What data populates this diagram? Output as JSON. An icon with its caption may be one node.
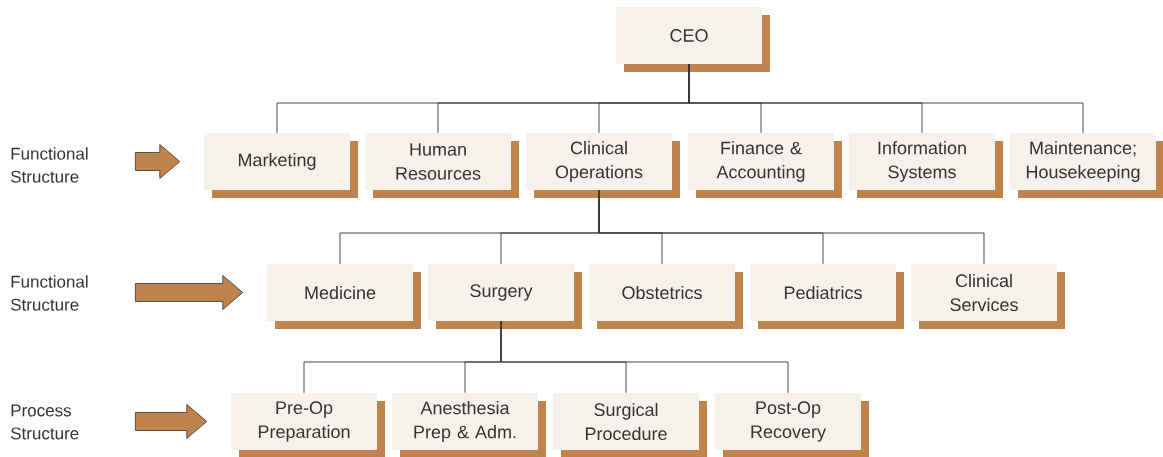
{
  "diagram": {
    "nodes": [
      {
        "text": [
          "CEO"
        ]
      },
      {
        "text": [
          "Marketing"
        ]
      },
      {
        "text": [
          "Human Resources"
        ]
      },
      {
        "text": [
          "Clinical Operations"
        ]
      },
      {
        "text": [
          "Finance & Accounting"
        ]
      },
      {
        "text": [
          "Information Systems"
        ]
      },
      {
        "text": [
          "Maintenance; Housekeeping"
        ]
      },
      {
        "text": [
          "Medicine"
        ]
      },
      {
        "text": [
          "Surgery"
        ]
      },
      {
        "text": [
          "Obstetrics"
        ]
      },
      {
        "text": [
          "Pediatrics"
        ]
      },
      {
        "text": [
          "Clinical Services"
        ]
      },
      {
        "text": [
          "Pre-Op Preparation"
        ]
      },
      {
        "text": [
          "Anesthesia Prep & Adm."
        ]
      },
      {
        "text": [
          "Surgical Procedure"
        ]
      },
      {
        "text": [
          "Post-Op Recovery"
        ]
      },
      {
        "text": [
          "Functional Structure"
        ]
      },
      {
        "text": [
          "Functional Structure"
        ]
      },
      {
        "text": [
          "Process Structure"
        ]
      }
    ],
    "edges": [
      {
        "from": 0,
        "to": 1,
        "arrow": "none"
      },
      {
        "from": 0,
        "to": 2,
        "arrow": "none"
      },
      {
        "from": 0,
        "to": 3,
        "arrow": "none"
      },
      {
        "from": 0,
        "to": 4,
        "arrow": "none"
      },
      {
        "from": 0,
        "to": 5,
        "arrow": "none"
      },
      {
        "from": 0,
        "to": 6,
        "arrow": "none"
      },
      {
        "from": 3,
        "to": 7,
        "arrow": "none"
      },
      {
        "from": 3,
        "to": 8,
        "arrow": "none"
      },
      {
        "from": 3,
        "to": 9,
        "arrow": "none"
      },
      {
        "from": 3,
        "to": 10,
        "arrow": "none"
      },
      {
        "from": 3,
        "to": 11,
        "arrow": "none"
      },
      {
        "from": 8,
        "to": 12,
        "arrow": "none"
      },
      {
        "from": 8,
        "to": 13,
        "arrow": "none"
      },
      {
        "from": 8,
        "to": 14,
        "arrow": "none"
      },
      {
        "from": 8,
        "to": 15,
        "arrow": "none"
      },
      {
        "from": 16,
        "to": 1,
        "arrow": "to"
      },
      {
        "from": 17,
        "to": 7,
        "arrow": "to"
      },
      {
        "from": 18,
        "to": 12,
        "arrow": "to"
      }
    ]
  }
}
